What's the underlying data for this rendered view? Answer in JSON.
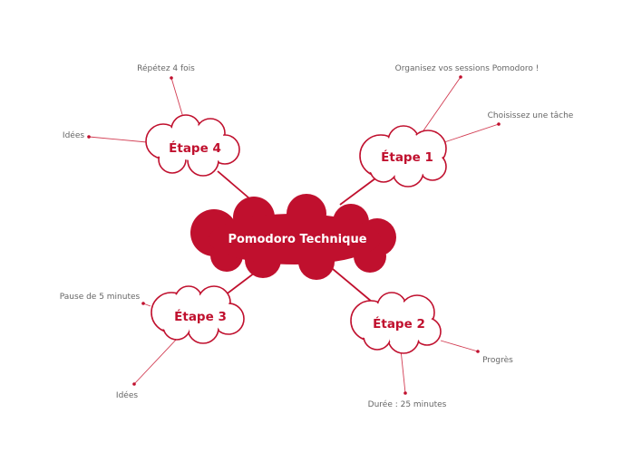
{
  "colors": {
    "accent": "#c0102e",
    "connector": "#c0102e",
    "leaf_line": "#d23c52",
    "label_text": "#666666",
    "cloud_fill_outer": "#ffffff"
  },
  "center": {
    "label": "Pomodoro Technique"
  },
  "branches": [
    {
      "label": "Étape 1",
      "leaves": [
        "Organisez vos sessions Pomodoro !",
        "Choisissez une tâche"
      ]
    },
    {
      "label": "Étape 2",
      "leaves": [
        "Progrès",
        "Durée : 25 minutes"
      ]
    },
    {
      "label": "Étape 3",
      "leaves": [
        "Pause de 5 minutes",
        "Idées"
      ]
    },
    {
      "label": "Étape 4",
      "leaves": [
        "Répétez 4 fois",
        "Idées"
      ]
    }
  ]
}
